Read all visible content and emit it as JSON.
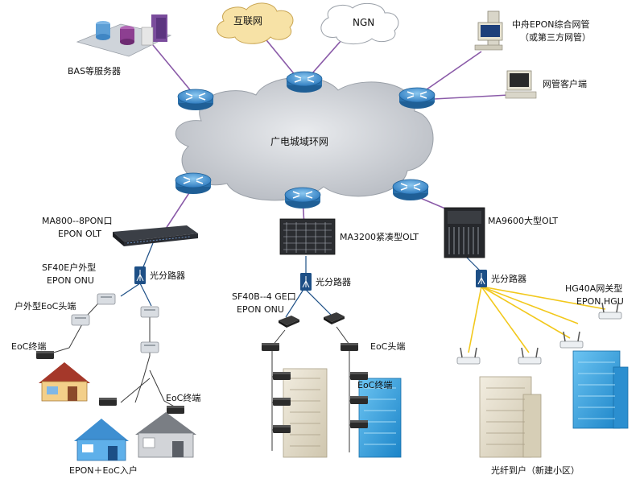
{
  "clouds": {
    "internet": "互联网",
    "ngn": "NGN",
    "metro": "广电城域环网"
  },
  "devices": {
    "bas": "BAS等服务器",
    "nms_line1": "中舟EPON综合网管",
    "nms_line2": "（或第三方网管）",
    "client": "网管客户端",
    "ma800_line1": "MA800--8PON口",
    "ma800_line2": "EPON OLT",
    "ma3200": "MA3200紧凑型OLT",
    "ma9600": "MA9600大型OLT",
    "sf40e_line1": "SF40E户外型",
    "sf40e_line2": "EPON ONU",
    "splitter_left": "光分路器",
    "splitter_mid": "光分路器",
    "splitter_right": "光分路器",
    "outdoor_eoc_head": "户外型EoC头端",
    "eoc_terminal_left": "EoC终端",
    "eoc_terminal_mid_left": "EoC终端",
    "sf40b_line1": "SF40B--4 GE口",
    "sf40b_line2": "EPON ONU",
    "eoc_head_mid": "EoC头端",
    "eoc_terminal_mid": "EoC终端",
    "hg40a_line1": "HG40A网关型",
    "hg40a_line2": "EPON HGU"
  },
  "captions": {
    "epon_eoc": "EPON＋EoC入户",
    "ftth": "光纤到户（新建小区）"
  },
  "colors": {
    "link": "#8a5aa8",
    "router_blue": "#3f8fd2",
    "cloud_fill": "#c8ccd2",
    "internet_fill": "#f7e2a6",
    "building_blue": "#3aa6e0",
    "building_beige": "#e7e0cc",
    "fiber_yellow": "#f2c81c"
  }
}
